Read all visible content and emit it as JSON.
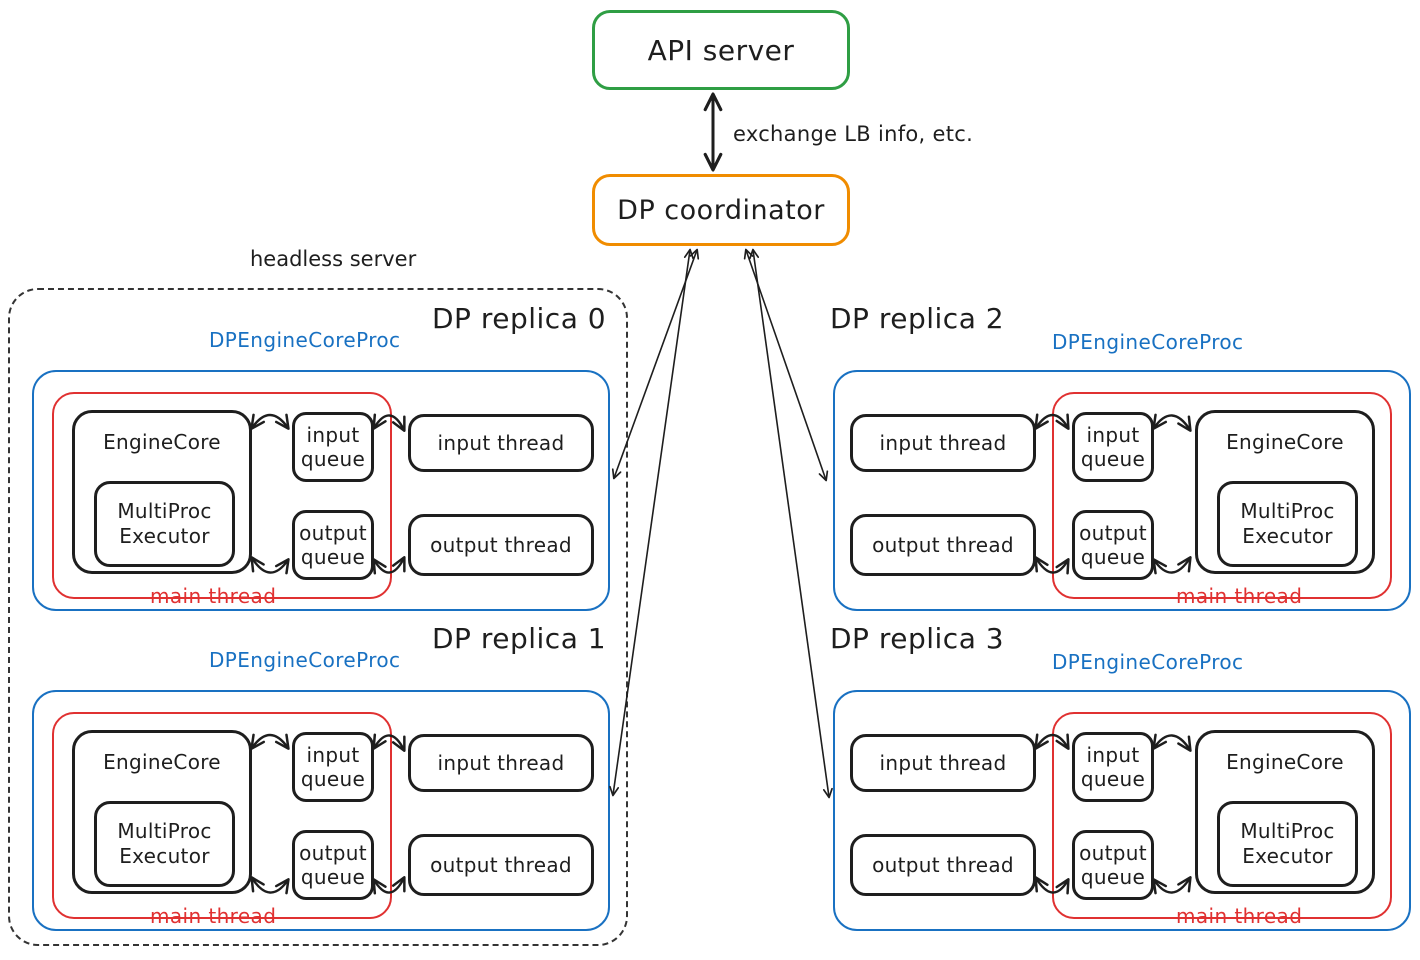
{
  "colors": {
    "green": "#2f9e44",
    "orange": "#f08c00",
    "blue": "#1971c2",
    "red": "#e03131",
    "ink": "#1e1e1e"
  },
  "top": {
    "api_server": "API server",
    "coordinator": "DP coordinator",
    "exchange_note": "exchange LB info, etc."
  },
  "headless_server": {
    "label": "headless server"
  },
  "component_labels": {
    "proc": "DPEngineCoreProc",
    "engine_core": "EngineCore",
    "multiproc_executor": "MultiProc\nExecutor",
    "input_queue": "input\nqueue",
    "output_queue": "output\nqueue",
    "input_thread": "input thread",
    "output_thread": "output thread",
    "main_thread": "main thread"
  },
  "replicas": [
    {
      "title": "DP replica 0",
      "orientation": "left",
      "in_headless_server": true
    },
    {
      "title": "DP replica 1",
      "orientation": "left",
      "in_headless_server": true
    },
    {
      "title": "DP replica 2",
      "orientation": "right",
      "in_headless_server": false
    },
    {
      "title": "DP replica 3",
      "orientation": "right",
      "in_headless_server": false
    }
  ]
}
